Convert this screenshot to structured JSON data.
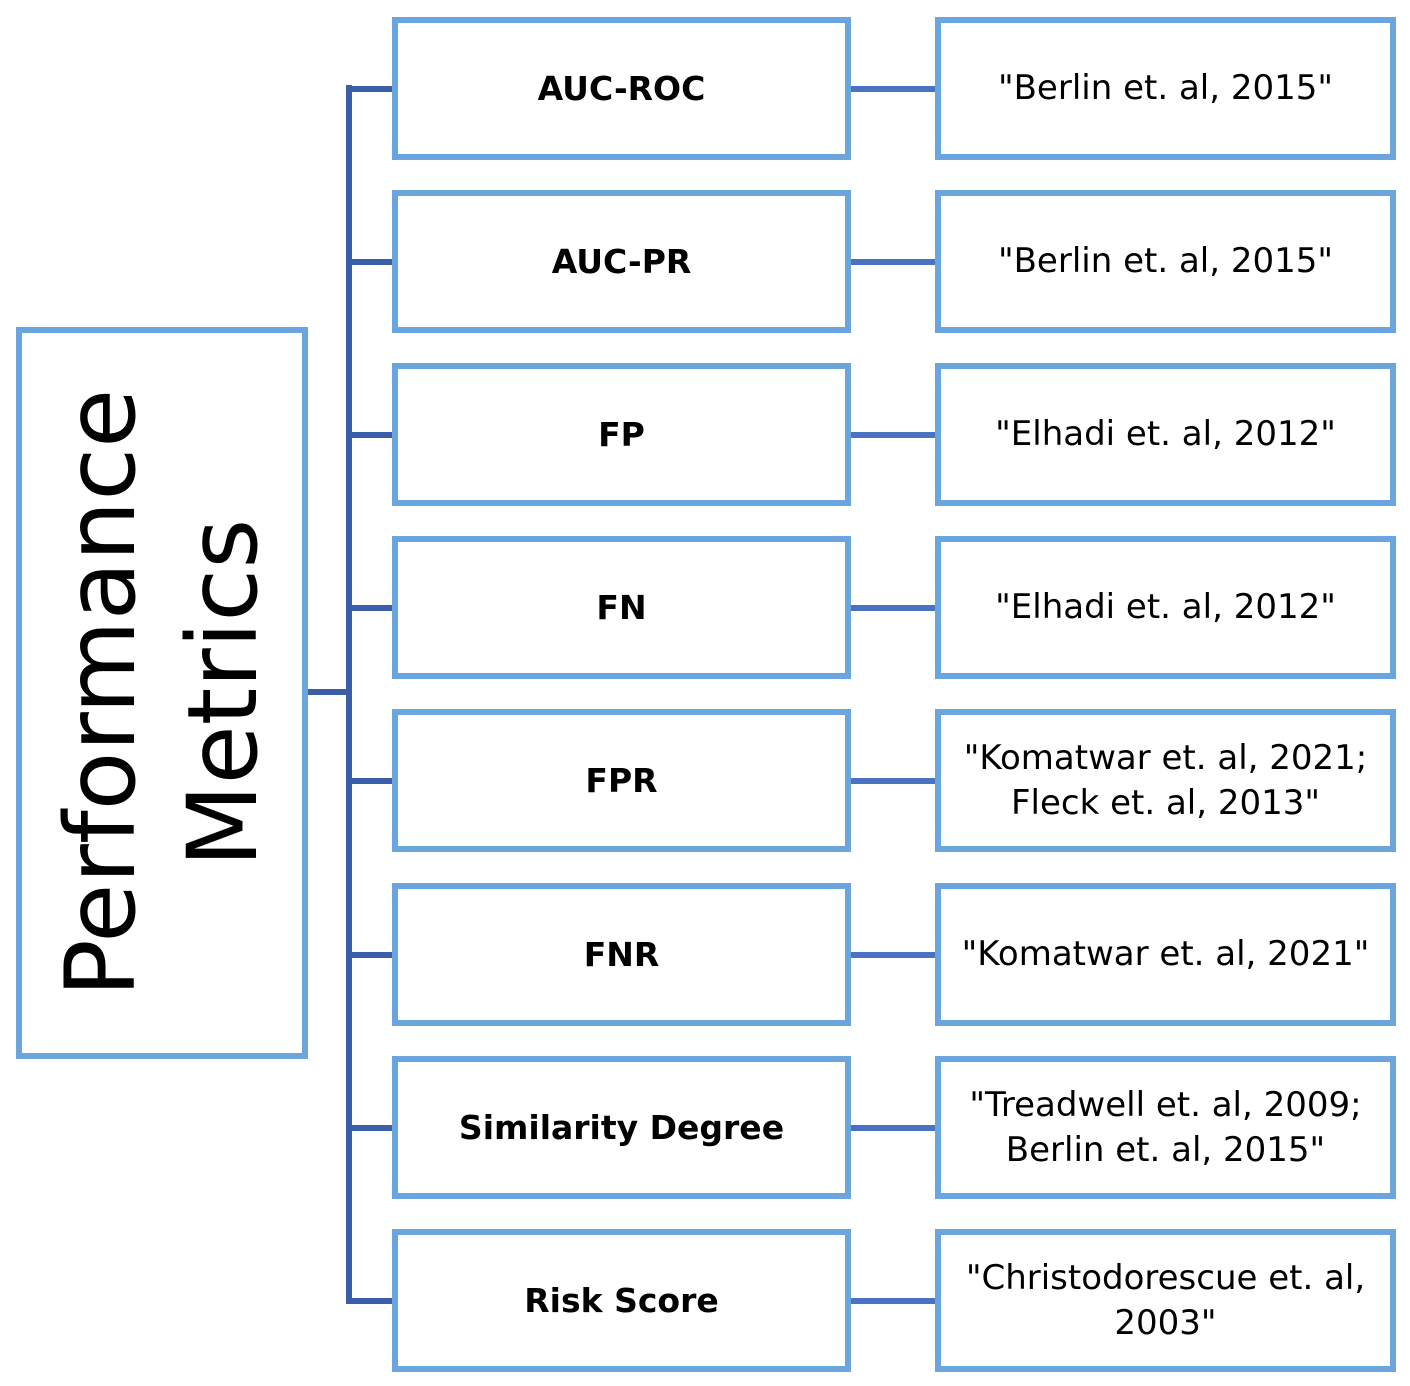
{
  "root": {
    "label": "Performance\nMetrics"
  },
  "colors": {
    "box_border": "#6aa5dd",
    "connector": "#3a5fa8",
    "link": "#4a72c0"
  },
  "metrics": [
    {
      "label": "AUC-ROC",
      "reference": "\"Berlin et. al, 2015\""
    },
    {
      "label": "AUC-PR",
      "reference": "\"Berlin et. al, 2015\""
    },
    {
      "label": "FP",
      "reference": "\"Elhadi et. al, 2012\""
    },
    {
      "label": "FN",
      "reference": "\"Elhadi et. al, 2012\""
    },
    {
      "label": "FPR",
      "reference": "\"Komatwar et. al, 2021;\nFleck et. al, 2013\""
    },
    {
      "label": "FNR",
      "reference": "\"Komatwar et. al, 2021\""
    },
    {
      "label": "Similarity Degree",
      "reference": "\"Treadwell et. al, 2009;\nBerlin et. al, 2015\""
    },
    {
      "label": "Risk Score",
      "reference": "\"Christodorescue et. al,\n2003\""
    }
  ]
}
